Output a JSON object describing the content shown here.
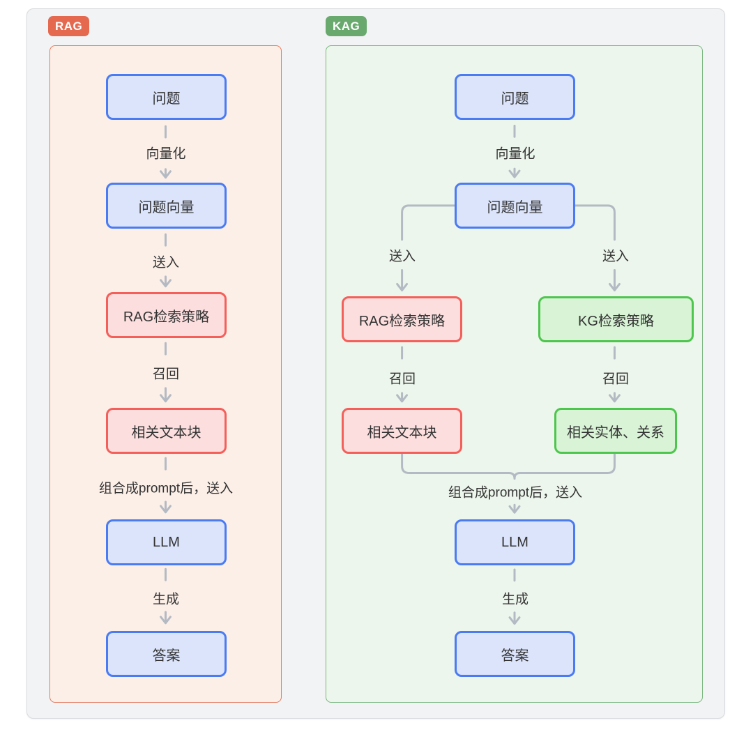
{
  "diagram": {
    "badges": {
      "rag": "RAG",
      "kag": "KAG"
    },
    "rag_flow": {
      "nodes": [
        {
          "label": "问题",
          "type": "blue"
        },
        {
          "label": "问题向量",
          "type": "blue"
        },
        {
          "label": "RAG检索策略",
          "type": "red"
        },
        {
          "label": "相关文本块",
          "type": "red"
        },
        {
          "label": "LLM",
          "type": "blue"
        },
        {
          "label": "答案",
          "type": "blue"
        }
      ],
      "edge_labels": [
        "向量化",
        "送入",
        "召回",
        "组合成prompt后，送入",
        "生成"
      ]
    },
    "kag_flow": {
      "nodes": [
        {
          "label": "问题",
          "type": "blue"
        },
        {
          "label": "问题向量",
          "type": "blue"
        },
        {
          "label": "RAG检索策略",
          "type": "red"
        },
        {
          "label": "KG检索策略",
          "type": "green"
        },
        {
          "label": "相关文本块",
          "type": "red"
        },
        {
          "label": "相关实体、关系",
          "type": "green"
        },
        {
          "label": "LLM",
          "type": "blue"
        },
        {
          "label": "答案",
          "type": "blue"
        }
      ],
      "edge_labels": [
        "向量化",
        "送入",
        "送入",
        "召回",
        "召回",
        "组合成prompt后，送入",
        "生成"
      ]
    },
    "colors": {
      "blue_node_border": "#4a7bf3",
      "blue_node_fill": "#dbe4fb",
      "red_node_border": "#f45f5a",
      "red_node_fill": "#fcdede",
      "green_node_border": "#4dc64d",
      "green_node_fill": "#d8f3d5",
      "rag_badge": "#e5694f",
      "kag_badge": "#69a96e",
      "rag_panel_fill": "#fcefe8",
      "rag_panel_border": "#e4795e",
      "kag_panel_fill": "#edf6ec",
      "kag_panel_border": "#77b57c",
      "connector": "#b4bac3"
    }
  }
}
